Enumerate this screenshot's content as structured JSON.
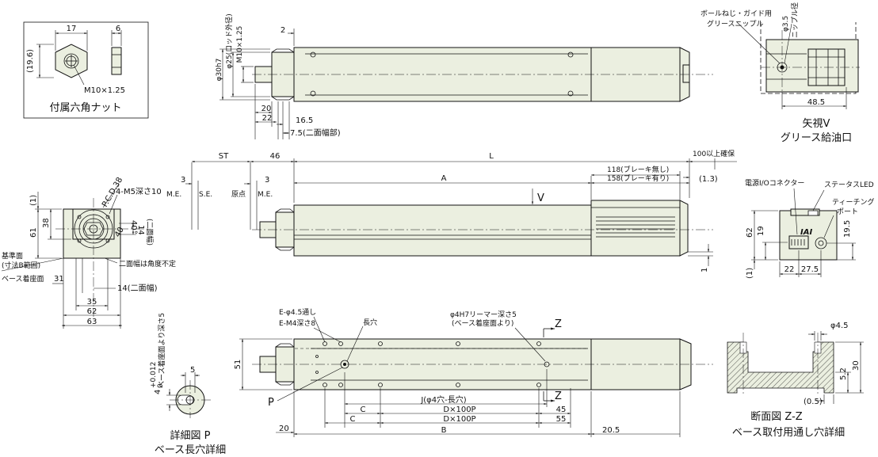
{
  "nut_view": {
    "dim_17": "17",
    "dim_6": "6",
    "dim_19_6": "(19.6)",
    "thread": "M10×1.25",
    "caption": "付属六角ナット"
  },
  "top_view": {
    "dim_2": "2",
    "rod_fit": "φ30h7",
    "rod_od": "φ25(ロッド外径)",
    "rod_thread": "M10×1.25",
    "dim_20": "20",
    "dim_22": "22",
    "dim_16_5": "16.5",
    "dim_7_5": "7.5(二面幅部)"
  },
  "grease_view": {
    "label_grease": "ボールねじ・ガイド用",
    "label_nipple": "グリースニップル",
    "nipple_dia": "φ3.5",
    "nipple_dia_label": "ニップル径",
    "dim_48_5": "48.5",
    "caption_1": "矢視V",
    "caption_2": "グリース給油口"
  },
  "front_view": {
    "dim_st": "ST",
    "dim_46": "46",
    "dim_l": "L",
    "clearance": "100以上確保",
    "dim_3_left": "3",
    "dim_3_right": "3",
    "me_left": "M.E.",
    "se": "S.E.",
    "origin": "原点",
    "me_right": "M.E.",
    "dim_a": "A",
    "brake_none": "118(ブレーキ無し)",
    "brake_with": "158(ブレーキ有り)",
    "dim_1_3": "(1.3)",
    "view_v": "V",
    "dim_1": "1"
  },
  "end_view": {
    "pcd": "P.C.D.38",
    "tapped": "4-M5深さ10",
    "angle": "40°",
    "dim_14_side": "14",
    "two_face_short": "(二面幅)",
    "dim_40": "40",
    "dim_1": "(1)",
    "dim_61": "61",
    "dim_38": "38",
    "ref_surface": "基準面",
    "ref_range": "(寸法B範囲)",
    "base_surface": "ベース着座面",
    "dim_31": "31",
    "two_face_note": "二面幅は角度不定",
    "two_face_14": "14(二面幅)",
    "dim_35": "35",
    "dim_62": "62",
    "dim_63": "63"
  },
  "connector_view": {
    "power_io": "電源I/Oコネクター",
    "status_led": "ステータスLED",
    "teaching_1": "ティーチング",
    "teaching_2": "ポート",
    "dim_62": "62",
    "dim_19": "19",
    "dim_19_5": "19.5",
    "dim_1": "(1)",
    "dim_22": "22",
    "dim_27_5": "27.5",
    "logo": "IAI"
  },
  "bottom_view": {
    "through_hole": "E-φ4.5通し",
    "tap": "E-M4深さ8",
    "slot": "長穴",
    "ream_1": "φ4H7リーマー深さ5",
    "ream_2": "(ベース着座面より)",
    "section_z_top": "Z",
    "section_z_bottom": "Z",
    "dim_51": "51",
    "label_p": "P",
    "dim_j": "J(φ4穴-長穴)",
    "dim_c_top": "C",
    "dim_dx100_top": "D×100P",
    "dim_45": "45",
    "dim_c_bottom": "C",
    "dim_dx100_bottom": "D×100P",
    "dim_55": "55",
    "dim_20": "20",
    "dim_b": "B",
    "dim_20_5": "20.5"
  },
  "detail_p": {
    "depth_label": "ベース着座面より深さ5",
    "dim_4": "4",
    "tol_upper": "+0.012",
    "tol_lower": "0",
    "dim_5": "5",
    "caption_1": "詳細図 P",
    "caption_2": "ベース長穴詳細"
  },
  "section_zz": {
    "dim_4_5": "φ4.5",
    "dim_5_2": "5.2",
    "dim_30": "30",
    "dim_0_5": "(0.5)",
    "caption_1": "断面図 Z-Z",
    "caption_2": "ベース取付用通し穴詳細"
  }
}
